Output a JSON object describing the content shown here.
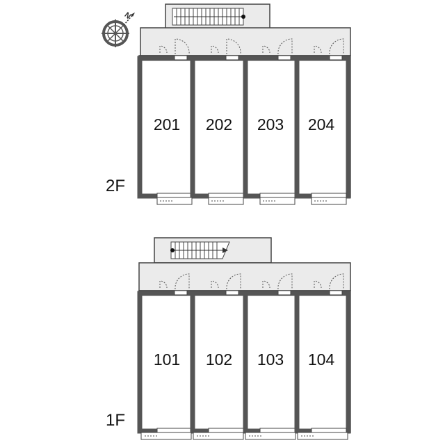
{
  "compass": {
    "label": "N",
    "icon": "compass-rose-icon"
  },
  "floors": [
    {
      "id": "2F",
      "label": "2F",
      "units": [
        {
          "id": "201",
          "label": "201"
        },
        {
          "id": "202",
          "label": "202"
        },
        {
          "id": "203",
          "label": "203"
        },
        {
          "id": "204",
          "label": "204"
        }
      ]
    },
    {
      "id": "1F",
      "label": "1F",
      "units": [
        {
          "id": "101",
          "label": "101"
        },
        {
          "id": "102",
          "label": "102"
        },
        {
          "id": "103",
          "label": "103"
        },
        {
          "id": "104",
          "label": "104"
        }
      ]
    }
  ],
  "colors": {
    "wall": "#555555",
    "corridor": "#ebebeb",
    "outline": "#444444",
    "room": "#ffffff"
  }
}
